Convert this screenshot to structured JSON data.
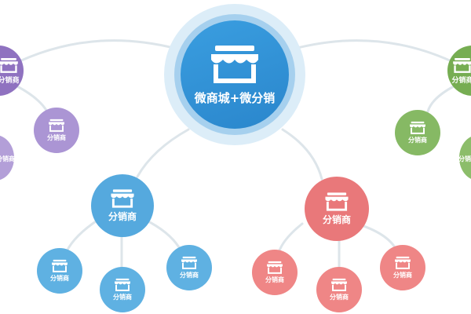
{
  "diagram": {
    "type": "hierarchy",
    "colors": {
      "center": "#2f93d6",
      "center_halo_outer": "#d6eaf6",
      "center_halo_inner": "#9ccbec",
      "blue": "#5aaee0",
      "red": "#ec7b7b",
      "purple": "#9a7dc6",
      "purple_light": "#b39ddb",
      "green": "#7db45a",
      "line": "#dfe6ea"
    },
    "center": {
      "label": "微商城+微分销",
      "icon": "store-icon"
    },
    "branches": [
      {
        "id": "purple",
        "label": "分销商",
        "children": [
          {
            "label": "分销商"
          },
          {
            "label": "分销商"
          }
        ]
      },
      {
        "id": "green",
        "label": "分销商",
        "children": [
          {
            "label": "分销商"
          },
          {
            "label": "分销商"
          }
        ]
      },
      {
        "id": "blue",
        "label": "分销商",
        "children": [
          {
            "label": "分销商"
          },
          {
            "label": "分销商"
          },
          {
            "label": "分销商"
          }
        ]
      },
      {
        "id": "red",
        "label": "分销商",
        "children": [
          {
            "label": "分销商"
          },
          {
            "label": "分销商"
          },
          {
            "label": "分销商"
          }
        ]
      }
    ]
  }
}
